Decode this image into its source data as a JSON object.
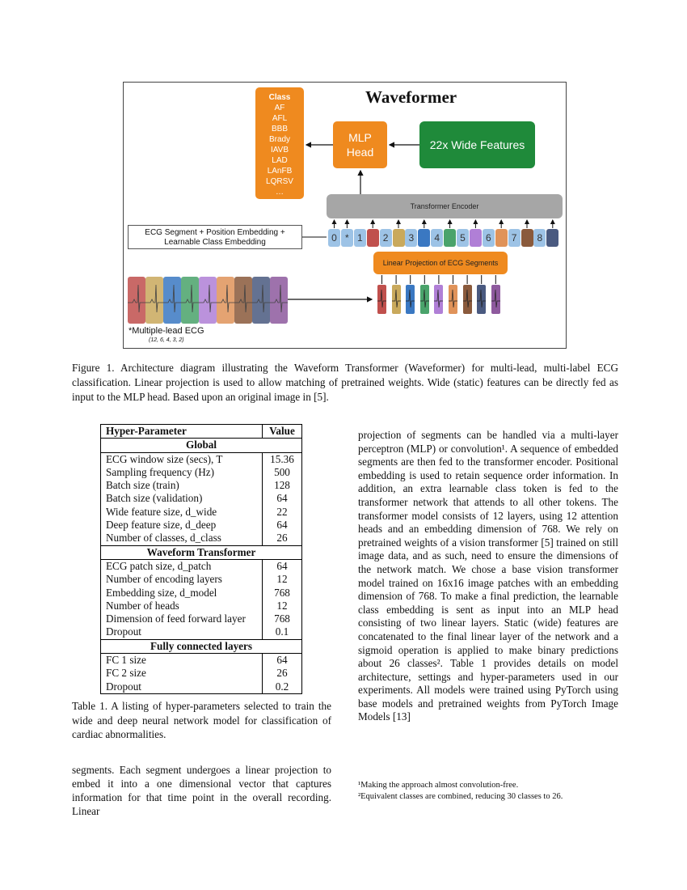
{
  "figure": {
    "title": "Waveformer",
    "class_header": "Class",
    "classes": [
      "AF",
      "AFL",
      "BBB",
      "Brady",
      "IAVB",
      "LAD",
      "LAnFB",
      "LQRSV",
      "…"
    ],
    "mlp_head": [
      "MLP",
      "Head"
    ],
    "wide_features": "22x Wide Features",
    "encoder": "Transformer Encoder",
    "embedding_label": [
      "ECG Segment + Position Embedding +",
      "Learnable Class Embedding"
    ],
    "projection": "Linear Projection of ECG Segments",
    "ecg_label": "*Multiple-lead ECG",
    "ecg_sub": "(12, 6, 4, 3, 2)",
    "tokens": [
      {
        "label": "0",
        "color": "#9dc3e6"
      },
      {
        "label": "*",
        "color": "#9dc3e6"
      },
      {
        "label": "1",
        "color": "#9dc3e6"
      },
      {
        "label": "",
        "color": "#c0504d"
      },
      {
        "label": "2",
        "color": "#9dc3e6"
      },
      {
        "label": "",
        "color": "#c9a95c"
      },
      {
        "label": "3",
        "color": "#9dc3e6"
      },
      {
        "label": "",
        "color": "#3a78c2"
      },
      {
        "label": "4",
        "color": "#9dc3e6"
      },
      {
        "label": "",
        "color": "#4aa36b"
      },
      {
        "label": "5",
        "color": "#9dc3e6"
      },
      {
        "label": "",
        "color": "#b07fd6"
      },
      {
        "label": "6",
        "color": "#9dc3e6"
      },
      {
        "label": "",
        "color": "#e0935a"
      },
      {
        "label": "7",
        "color": "#9dc3e6"
      },
      {
        "label": "",
        "color": "#8a5a3c"
      },
      {
        "label": "8",
        "color": "#9dc3e6"
      },
      {
        "label": "",
        "color": "#4a5a80"
      }
    ],
    "ecg_colors": [
      "#c0504d",
      "#c9a95c",
      "#3a78c2",
      "#4aa36b",
      "#b07fd6",
      "#e0935a",
      "#8a5a3c",
      "#4a5a80",
      "#8e5a9e"
    ]
  },
  "figure_caption": "Figure 1.   Architecture diagram illustrating the Waveform Transformer (Waveformer) for multi-lead, multi-label ECG classification. Linear projection is used to allow matching of pretrained weights. Wide (static) features can be directly fed as input to the MLP head. Based upon an original image in [5].",
  "table": {
    "headers": [
      "Hyper-Parameter",
      "Value"
    ],
    "sections": [
      {
        "title": "Global",
        "rows": [
          [
            "ECG window size (secs), T",
            "15.36"
          ],
          [
            "Sampling frequency (Hz)",
            "500"
          ],
          [
            "Batch size (train)",
            "128"
          ],
          [
            "Batch size (validation)",
            "64"
          ],
          [
            "Wide feature size, d_wide",
            "22"
          ],
          [
            "Deep feature size, d_deep",
            "64"
          ],
          [
            "Number of classes, d_class",
            "26"
          ]
        ]
      },
      {
        "title": "Waveform Transformer",
        "rows": [
          [
            "ECG patch size, d_patch",
            "64"
          ],
          [
            "Number of encoding layers",
            "12"
          ],
          [
            "Embedding size, d_model",
            "768"
          ],
          [
            "Number of heads",
            "12"
          ],
          [
            "Dimension of feed forward layer",
            "768"
          ],
          [
            "Dropout",
            "0.1"
          ]
        ]
      },
      {
        "title": "Fully connected layers",
        "rows": [
          [
            "FC 1 size",
            "64"
          ],
          [
            "FC 2 size",
            "26"
          ],
          [
            "Dropout",
            "0.2"
          ]
        ]
      }
    ]
  },
  "table_caption": "Table 1.  A listing of hyper-parameters selected to train the wide and deep neural network model for classification of cardiac abnormalities.",
  "body_left": "segments. Each segment undergoes a linear projection to embed it into a one dimensional vector that captures information for that time point in the overall recording. Linear",
  "body_right": "projection of segments can be handled via a multi-layer perceptron (MLP) or convolution¹.  A sequence of embedded segments are then fed to the transformer encoder. Positional embedding is used to retain sequence order information. In addition, an extra learnable class token is fed to the transformer network that attends to all other tokens. The transformer model consists of 12 layers, using 12 attention heads and an embedding dimension of 768. We rely on pretrained weights of a vision transformer [5] trained on still image data, and as such, need to ensure the dimensions of the network match. We chose a base vision transformer model trained on 16x16 image patches with an embedding dimension of 768. To make a final prediction, the learnable class embedding is sent as input into an MLP head consisting of two linear layers. Static (wide) features are concatenated to the final linear layer of the network and a sigmoid operation is applied to make binary predictions about 26 classes². Table 1 provides details on model architecture, settings and hyper-parameters used in our experiments. All models were trained using PyTorch using base models and pretrained weights from PyTorch Image Models [13]",
  "footnotes": [
    "¹Making the approach almost convolution-free.",
    "²Equivalent classes are combined, reducing 30 classes to 26."
  ]
}
